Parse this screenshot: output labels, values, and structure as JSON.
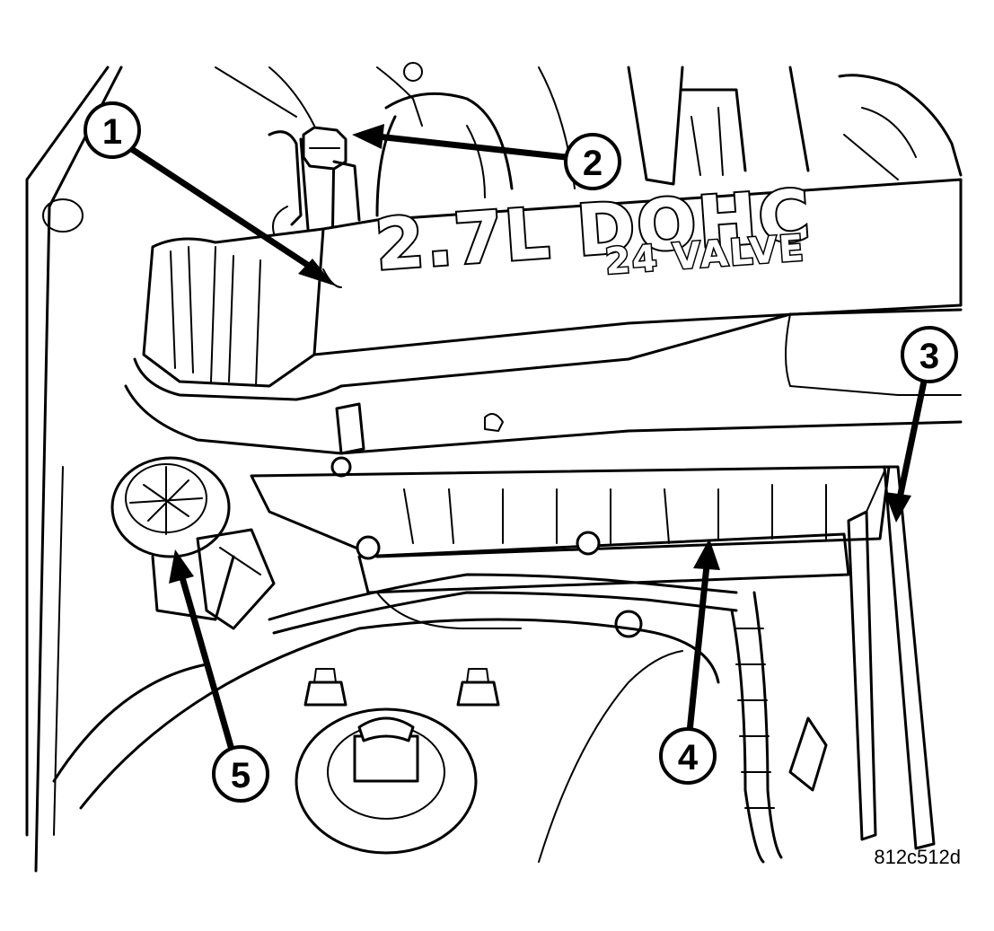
{
  "diagram": {
    "engine_cover_line1": "2.7L DOHC",
    "engine_cover_line2": "24 VALVE",
    "reference_code": "812c512d",
    "callouts": [
      {
        "number": "1"
      },
      {
        "number": "2"
      },
      {
        "number": "3"
      },
      {
        "number": "4"
      },
      {
        "number": "5"
      }
    ]
  }
}
